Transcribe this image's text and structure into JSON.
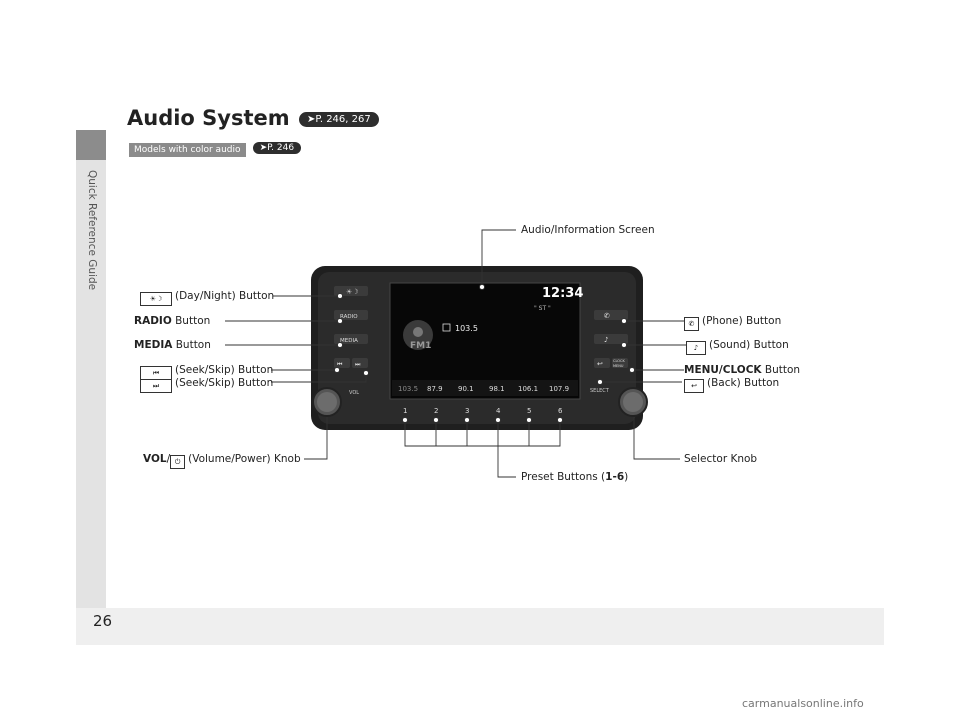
{
  "sidebar": {
    "label": "Quick Reference Guide"
  },
  "page": {
    "number": "26"
  },
  "header": {
    "title": "Audio System",
    "title_ref": "P. 246, 267",
    "model_tag": "Models with color audio",
    "model_ref": "P. 246"
  },
  "callouts": {
    "screen": "Audio/Information Screen",
    "daynight_label": "(Day/Night) Button",
    "radio_bold": "RADIO",
    "radio_rest": " Button",
    "media_bold": "MEDIA",
    "media_rest": " Button",
    "seek_back": "(Seek/Skip) Button",
    "seek_fwd": "(Seek/Skip) Button",
    "vol_bold": "VOL",
    "vol_rest": "(Volume/Power) Knob",
    "phone": "(Phone) Button",
    "sound": "(Sound) Button",
    "menu_bold": "MENU/CLOCK",
    "menu_rest": " Button",
    "back": "(Back) Button",
    "selector": "Selector Knob",
    "preset_pre": "Preset Buttons (",
    "preset_range": "1-6",
    "preset_post": ")"
  },
  "unit": {
    "clock": "12:34",
    "st": "\" ST \"",
    "band": "FM1",
    "station": "103.5",
    "presets": [
      "103.5",
      "87.9",
      "90.1",
      "98.1",
      "106.1",
      "107.9"
    ],
    "preset_numbers": [
      "1",
      "2",
      "3",
      "4",
      "5",
      "6"
    ],
    "btn_radio": "RADIO",
    "btn_media": "MEDIA",
    "btn_clock": "CLOCK",
    "btn_menu": "MENU",
    "vol_text": "VOL",
    "select_text": "SELECT"
  },
  "watermark": "carmanualsonline.info"
}
